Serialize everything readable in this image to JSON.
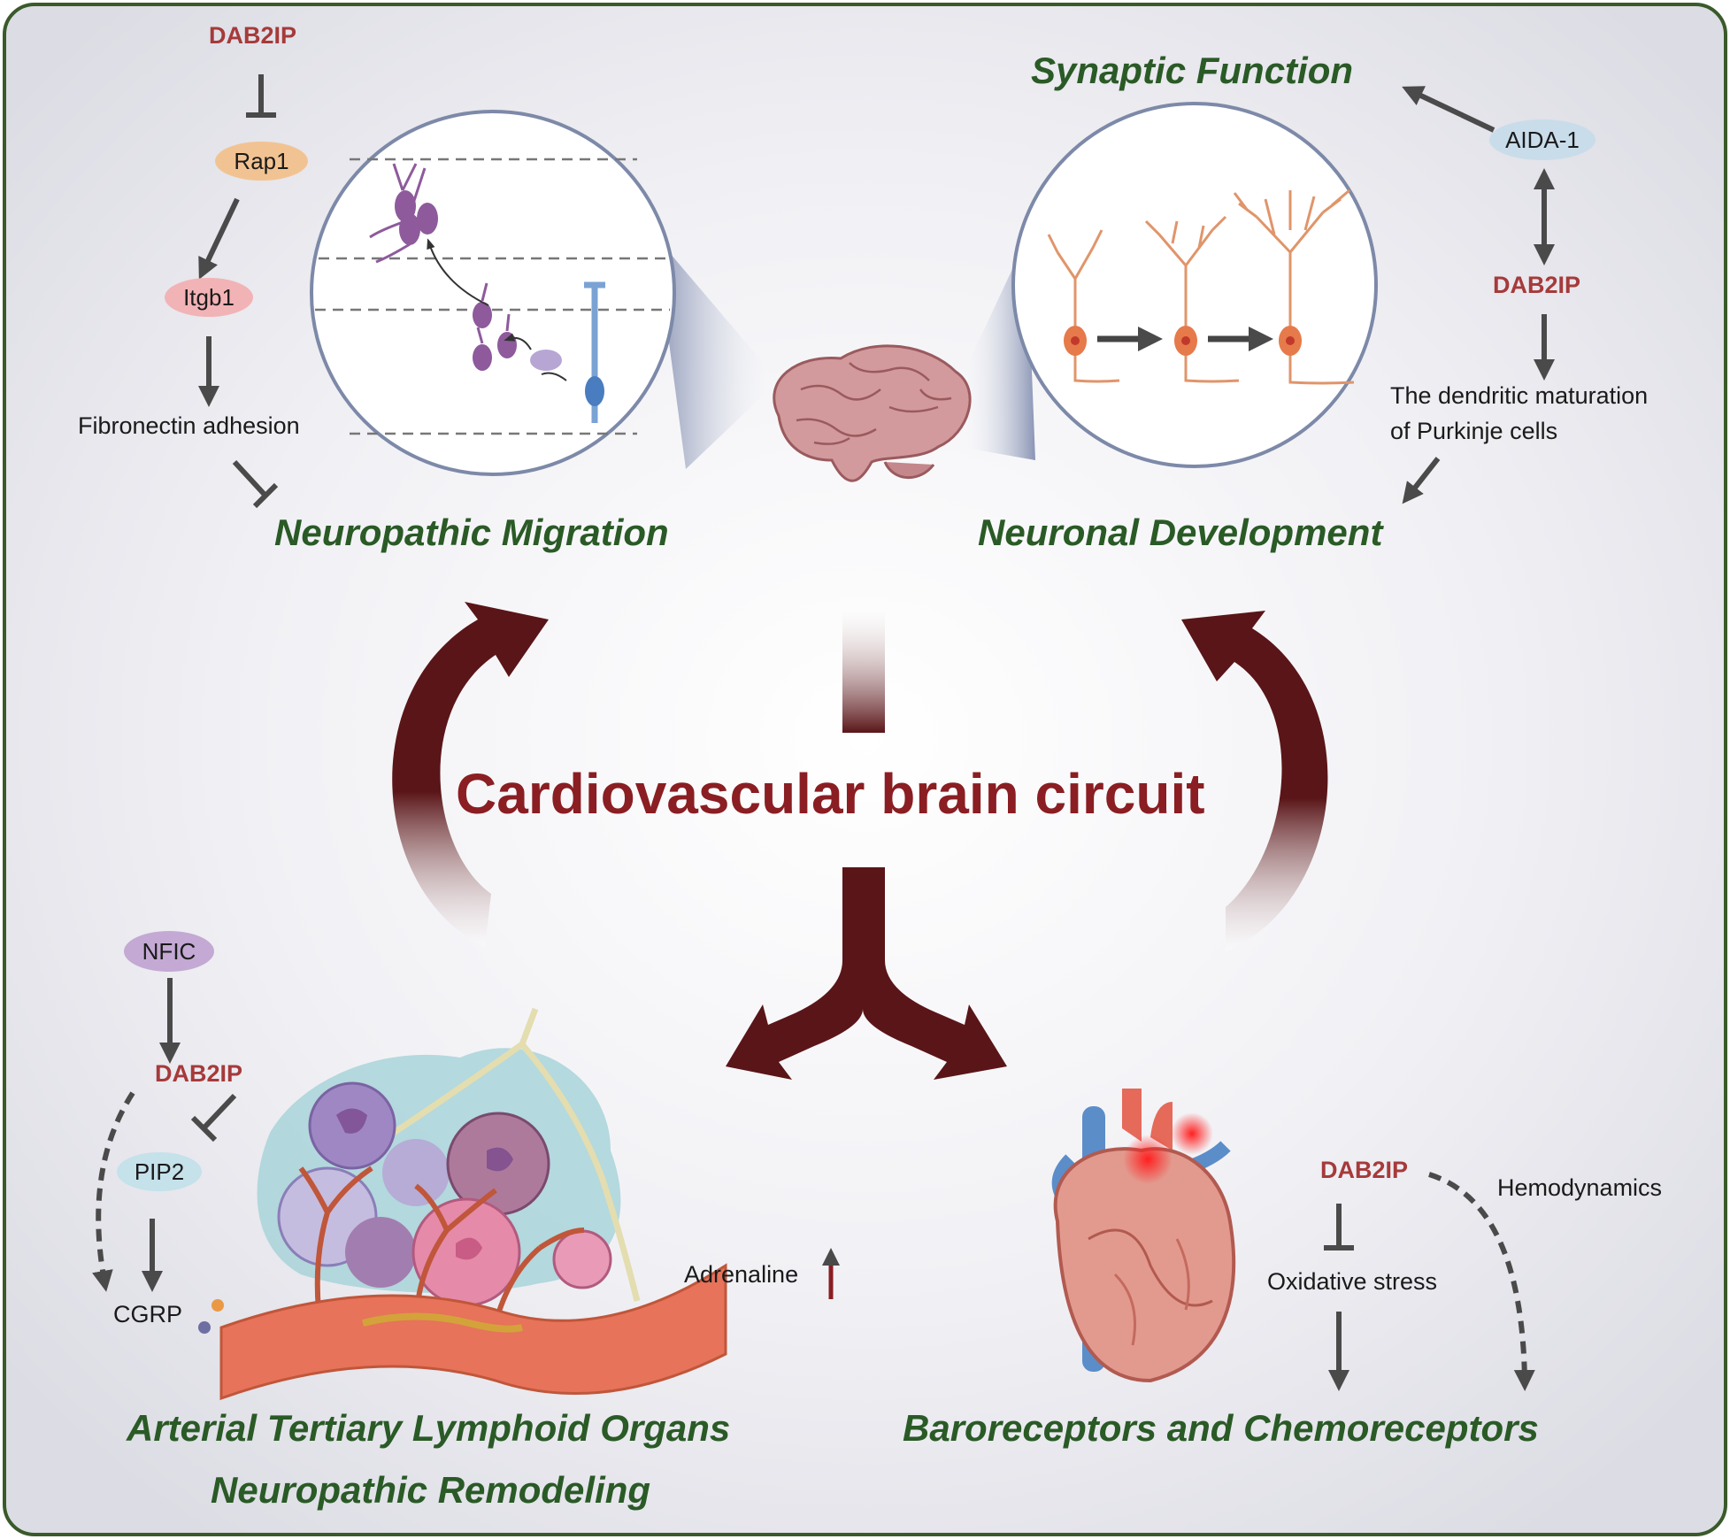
{
  "center_title": "Cardiovascular brain circuit",
  "quadrants": {
    "top_left": {
      "title": "Neuropathic Migration",
      "dab2ip": "DAB2IP",
      "rap1": "Rap1",
      "itgb1": "Itgb1",
      "fibronectin": "Fibronectin adhesion"
    },
    "top_right": {
      "title_top": "Synaptic Function",
      "title_bottom": "Neuronal Development",
      "aida1": "AIDA-1",
      "dab2ip": "DAB2IP",
      "dendritic_line1": "The dendritic maturation",
      "dendritic_line2": "of Purkinje cells"
    },
    "bottom_left": {
      "title_line1": "Arterial Tertiary Lymphoid Organs",
      "title_line2": "Neuropathic Remodeling",
      "nfic": "NFIC",
      "dab2ip": "DAB2IP",
      "pip2": "PIP2",
      "cgrp": "CGRP",
      "adrenaline": "Adrenaline"
    },
    "bottom_right": {
      "title": "Baroreceptors and Chemoreceptors",
      "dab2ip": "DAB2IP",
      "hemodynamics": "Hemodynamics",
      "oxidative": "Oxidative stress"
    }
  },
  "colors": {
    "title_green": "#2a5a26",
    "gene_red": "#a63a3a",
    "arrow_maroon": "#5a1518",
    "border_green": "#3a5a2a"
  },
  "icons": [
    "brain-icon",
    "heart-icon",
    "neuron-migration-icon",
    "purkinje-neuron-icon",
    "lymphoid-organ-icon"
  ]
}
